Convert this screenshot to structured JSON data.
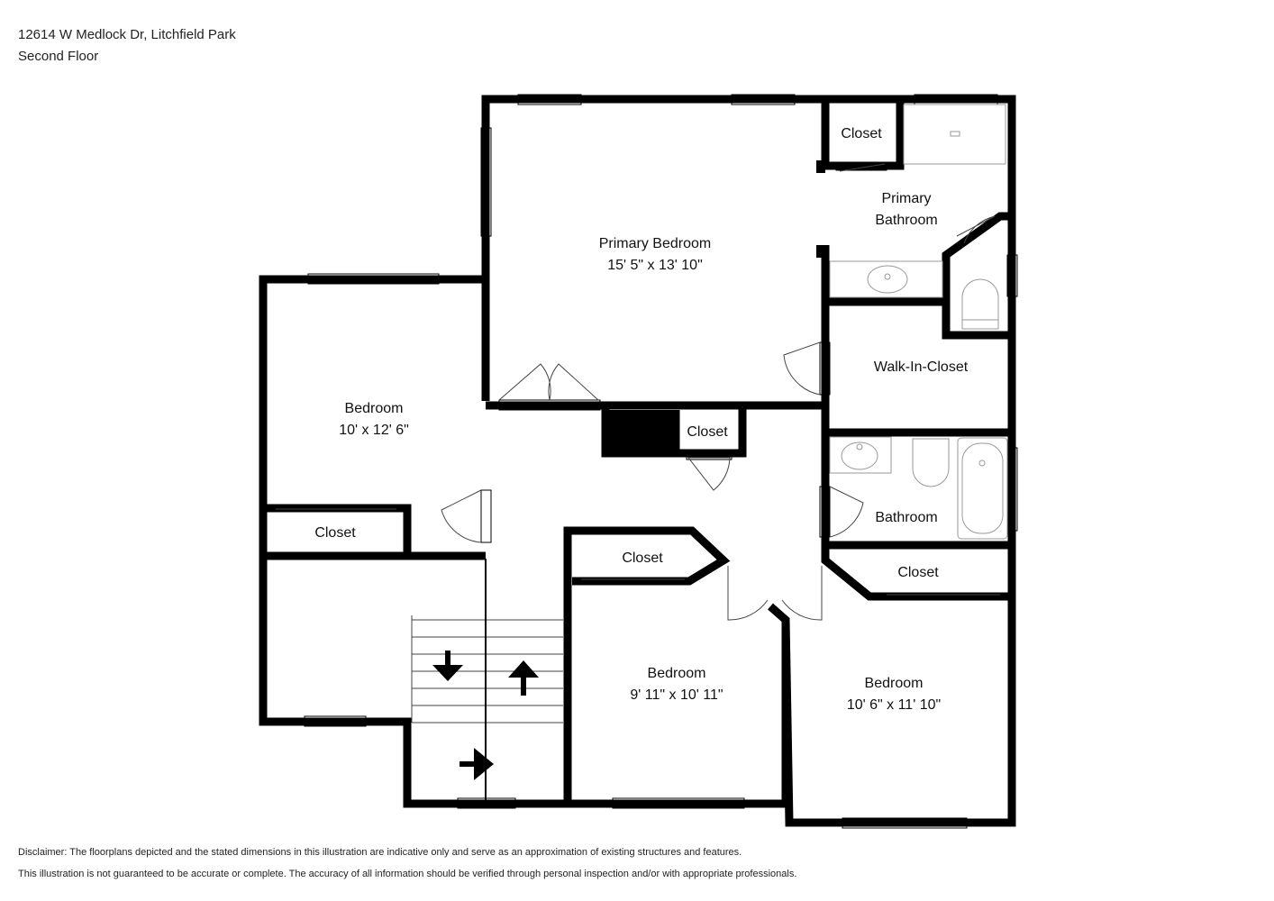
{
  "header": {
    "address": "12614 W Medlock Dr, Litchfield Park",
    "floor": "Second Floor"
  },
  "rooms": {
    "primary_bedroom": {
      "name": "Primary Bedroom",
      "dims": "15' 5\" x 13' 10\""
    },
    "primary_bath_closet": {
      "name": "Closet"
    },
    "primary_bathroom": {
      "line1": "Primary",
      "line2": "Bathroom"
    },
    "walk_in_closet": {
      "name": "Walk-In-Closet"
    },
    "hall_closet": {
      "name": "Closet"
    },
    "bathroom": {
      "name": "Bathroom"
    },
    "bedroom_left": {
      "name": "Bedroom",
      "dims": "10' x 12' 6\""
    },
    "bedroom_left_closet": {
      "name": "Closet"
    },
    "bedroom_middle": {
      "name": "Bedroom",
      "dims": "9' 11\" x 10' 11\""
    },
    "bedroom_middle_closet": {
      "name": "Closet"
    },
    "bedroom_right": {
      "name": "Bedroom",
      "dims": "10' 6\" x 11' 10\""
    },
    "bedroom_right_closet": {
      "name": "Closet"
    }
  },
  "footer": {
    "disclaimer1": "Disclaimer: The floorplans depicted and the stated dimensions in this illustration are indicative only and serve as an approximation of existing structures and features.",
    "disclaimer2": "This illustration is not guaranteed to be accurate or complete. The accuracy of all information should be verified through personal inspection and/or with appropriate professionals."
  },
  "colors": {
    "wall": "#000000",
    "fixture": "#999999"
  }
}
